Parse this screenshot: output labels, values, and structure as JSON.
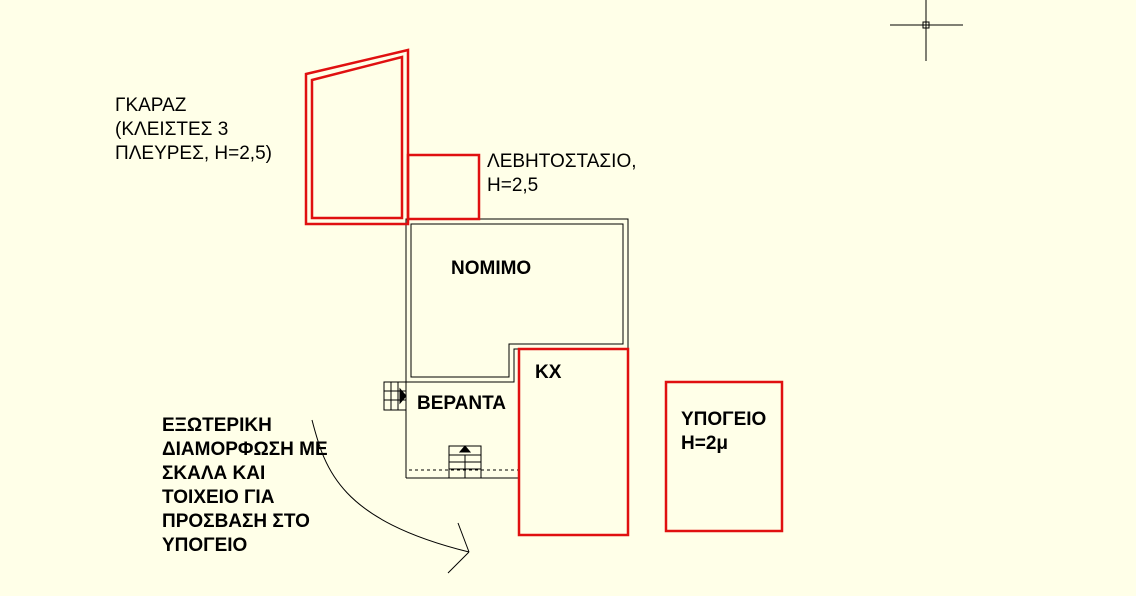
{
  "colors": {
    "background": "#ffffe8",
    "linework": "#000000",
    "highlight": "#e01010"
  },
  "labels": {
    "garage": "ΓΚΑΡΑΖ\n(ΚΛΕΙΣΤΕΣ 3\nΠΛΕΥΡΕΣ, Η=2,5)",
    "boiler_room": "ΛΕΒΗΤΟΣΤΑΣΙΟ,\nΗ=2,5",
    "legal": "ΝΟΜΙΜΟ",
    "kx": "ΚΧ",
    "veranda": "ΒΕΡΑΝΤΑ",
    "basement": "ΥΠΟΓΕΙΟ\nΗ=2μ",
    "exterior": "ΕΞΩΤΕΡΙΚΗ\nΔΙΑΜΟΡΦΩΣΗ ΜΕ\nΣΚΑΛΑ ΚΑΙ\nΤΟΙΧΕΙΟ ΓΙΑ\nΠΡΟΣΒΑΣΗ ΣΤΟ\nΥΠΟΓΕΙΟ"
  },
  "icons": {
    "cursor": "crosshair-cursor-icon",
    "arrow": "curved-arrow-icon",
    "stairs": "stairs-icon"
  }
}
